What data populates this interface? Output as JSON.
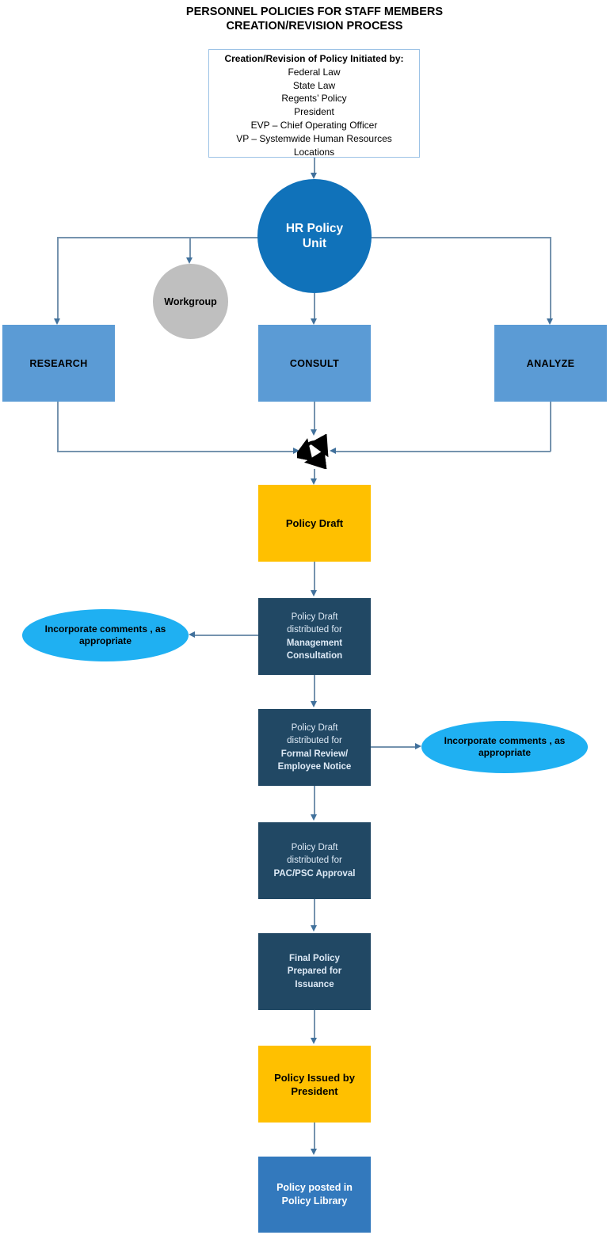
{
  "colors": {
    "circle": "#1072BA",
    "process": "#5B9BD5",
    "dark": "#214864",
    "gold": "#FFC000",
    "bright": "#1FB0F2",
    "posted": "#3379BD",
    "gray": "#BFBFBF",
    "line": "#7593AE",
    "arrow": "#41719C",
    "border": "#9DC3E6",
    "boxtext": "#DEEAF6"
  },
  "title": {
    "line1": "PERSONNEL POLICIES FOR STAFF MEMBERS",
    "line2": "CREATION/REVISION PROCESS"
  },
  "initiator": {
    "heading": "Creation/Revision of Policy Initiated by:",
    "items": [
      "Federal Law",
      "State Law",
      "Regents’ Policy",
      "President",
      "EVP – Chief Operating Officer",
      "VP – Systemwide Human Resources",
      "Locations"
    ]
  },
  "nodes": {
    "hr_policy_unit": "HR Policy Unit",
    "workgroup": "Workgroup",
    "research": "RESEARCH",
    "consult": "CONSULT",
    "analyze": "ANALYZE",
    "policy_draft": "Policy Draft",
    "management": {
      "lines": [
        "Policy Draft",
        "distributed for",
        "Management",
        "Consultation"
      ]
    },
    "formal": {
      "lines": [
        "Policy Draft",
        "distributed for",
        "Formal Review/",
        "Employee Notice"
      ]
    },
    "pac": {
      "lines": [
        "Policy Draft",
        "distributed for",
        "PAC/PSC Approval"
      ]
    },
    "final": {
      "lines": [
        "Final Policy",
        "Prepared for",
        "Issuance"
      ]
    },
    "issued": {
      "lines": [
        "Policy Issued by",
        "President"
      ]
    },
    "posted": {
      "lines": [
        "Policy posted in",
        "Policy Library"
      ]
    },
    "ellipse_left": "Incorporate comments , as appropriate",
    "ellipse_right": "Incorporate comments , as appropriate"
  },
  "icons": {
    "cycle": "cycle-arrows-icon"
  }
}
